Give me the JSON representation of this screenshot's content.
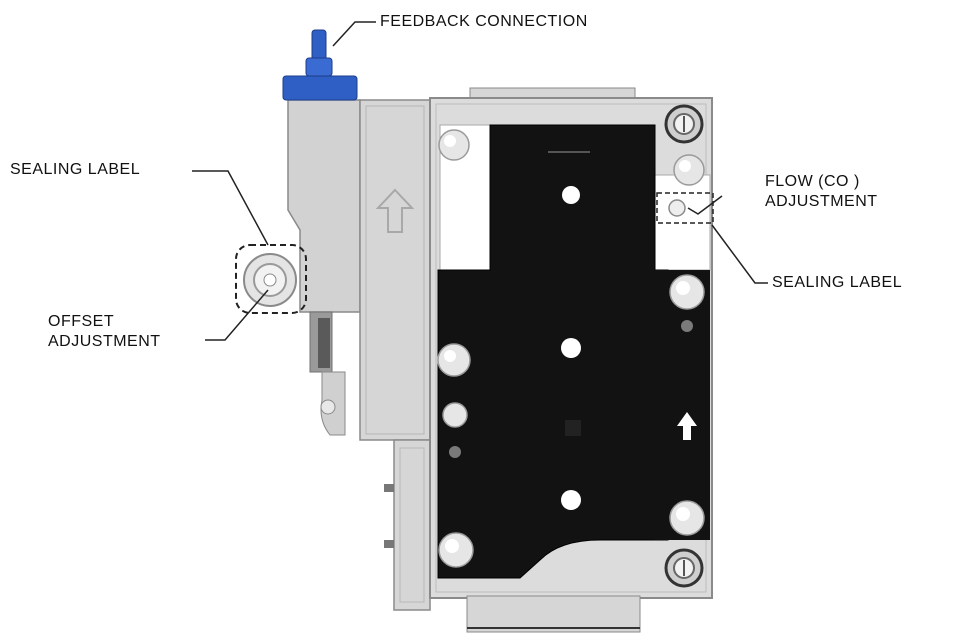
{
  "labels": {
    "feedback_connection": "FEEDBACK CONNECTION",
    "sealing_label_left": "SEALING LABEL",
    "offset_adjustment_line1": "OFFSET",
    "offset_adjustment_line2": "ADJUSTMENT",
    "flow_adjustment_line1": "FLOW (CO )",
    "flow_adjustment_line2": "ADJUSTMENT",
    "sealing_label_right": "SEALING LABEL"
  },
  "colors": {
    "body_gray": "#cfcfcf",
    "frame_gray": "#d9d9d9",
    "black_plate": "#111111",
    "connector_blue": "#2f5ec4",
    "outline": "#8a8a8a"
  }
}
